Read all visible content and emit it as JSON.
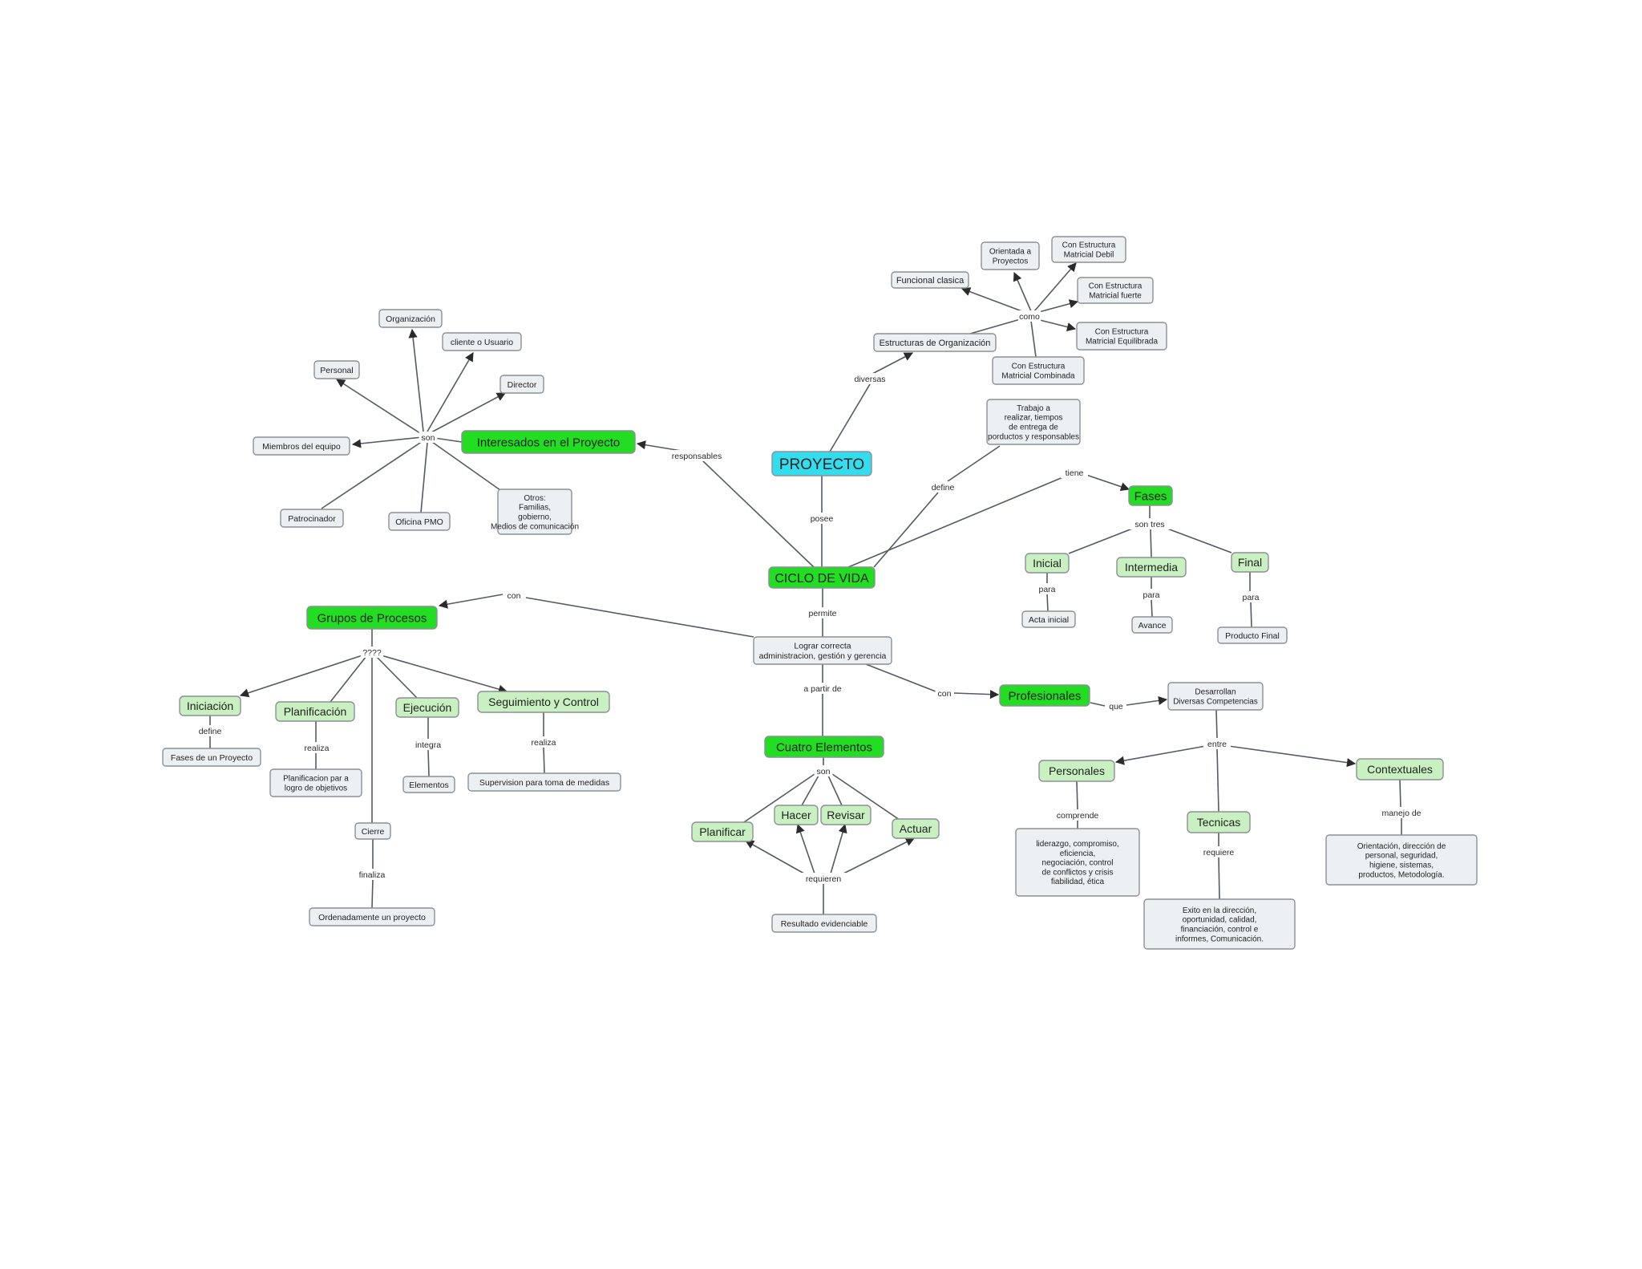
{
  "colors": {
    "background": "#ffffff",
    "root": "#33ddee",
    "primary": "#22dd22",
    "secondary": "#c8f0c0",
    "concept": "#edf0f3",
    "edge": "#555a63"
  },
  "concepts": {
    "proyecto": "PROYECTO",
    "ciclo_vida": "CICLO DE VIDA",
    "interesados": "Interesados en el Proyecto",
    "grupos": "Grupos de Procesos",
    "fases": "Fases",
    "profesionales": "Profesionales",
    "cuatro": "Cuatro Elementos",
    "estructuras": "Estructuras de Organización",
    "funcional": "Funcional clasica",
    "orientada": "Orientada a Proyectos",
    "matricial_debil": "Con Estructura Matricial Debil",
    "matricial_fuerte": "Con Estructura Matricial fuerte",
    "matricial_equilibrada": "Con Estructura Matricial Equilibrada",
    "matricial_combinada": "Con Estructura Matricial Combinada",
    "trabajo": "Trabajo a realizar, tiempos de entrega de porductos y responsables",
    "organizacion": "Organización",
    "cliente": "cliente o Usuario",
    "personal": "Personal",
    "director": "Director",
    "miembros": "Miembros del equipo",
    "patrocinador": "Patrocinador",
    "oficina": "Oficina PMO",
    "otros": "Otros: Familias, gobierno, Medios de comunicación",
    "inicial": "Inicial",
    "intermedia": "Intermedia",
    "final": "Final",
    "acta": "Acta inicial",
    "avance": "Avance",
    "producto": "Producto Final",
    "lograr": "Lograr correcta administracion, gestión y gerencia",
    "iniciacion": "Iniciación",
    "planificacion": "Planificación",
    "ejecucion": "Ejecución",
    "seguimiento": "Seguimiento y Control",
    "fases_proyecto": "Fases de un Proyecto",
    "planificacion_logro": "Planificacion par a logro de objetivos",
    "elementos": "Elementos",
    "supervision": "Supervision para toma de medidas",
    "cierre": "Cierre",
    "ordenadamente": "Ordenadamente un proyecto",
    "desarrollan": "Desarrollan Diversas Competencias",
    "personales": "Personales",
    "contextuales": "Contextuales",
    "tecnicas": "Tecnicas",
    "liderazgo": "liderazgo, compromiso, eficiencia, negociación, control de conflictos y crisis fiabilidad, ética",
    "orientacion": "Orientación, dirección de personal, seguridad, higiene, sistemas, productos, Metodología.",
    "exito": "Exito en la dirección, oportunidad, calidad, financiación, control e informes, Comunicación.",
    "planificar": "Planificar",
    "hacer": "Hacer",
    "revisar": "Revisar",
    "actuar": "Actuar",
    "resultado": "Resultado evidenciable"
  },
  "links": {
    "diversas": "diversas",
    "como": "como",
    "posee": "posee",
    "responsables": "responsables",
    "define": "define",
    "tiene": "tiene",
    "son": "son",
    "son_tres": "son tres",
    "para_inicial": "para",
    "para_intermedia": "para",
    "para_final": "para",
    "permite": "permite",
    "con_grupos": "con",
    "con_profesionales": "con",
    "que": "que",
    "a_partir_de": "a partir de",
    "cinco": "????",
    "define_iniciacion": "define",
    "realiza_planificacion": "realiza",
    "integra": "integra",
    "realiza_seguimiento": "realiza",
    "finaliza": "finaliza",
    "entre": "entre",
    "comprende": "comprende",
    "manejo_de": "manejo de",
    "requiere": "requiere",
    "son_cuatro": "son",
    "requieren": "requieren"
  }
}
